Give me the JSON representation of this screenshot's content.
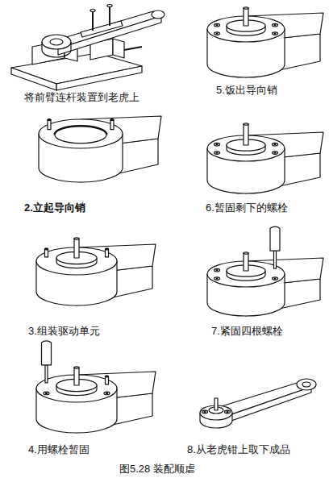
{
  "diagram": {
    "caption": "图5.28 装配顺虐",
    "labels": [
      "将前臂连杆装置到老虎上",
      "5.饭出导向销",
      "2.立起导向销",
      "6.暂固剩下的螺栓",
      "3.组装驱动单元",
      "7.紧固四根螺栓",
      "4.用螺栓暂固",
      "8.从老虎钳上取下成品"
    ]
  }
}
